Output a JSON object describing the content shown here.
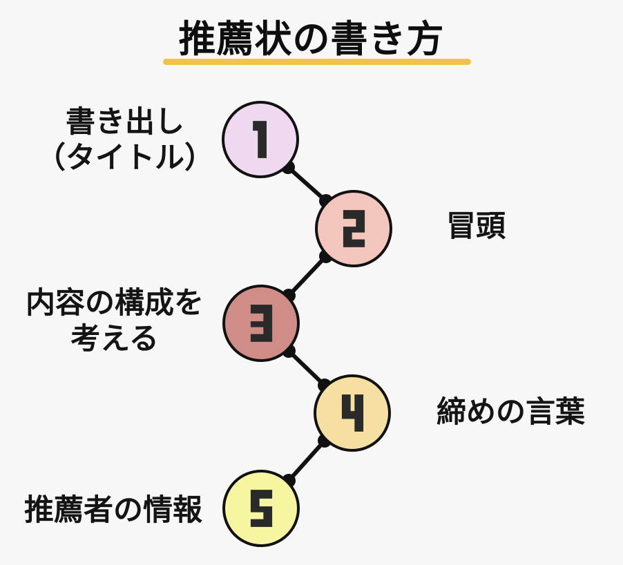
{
  "title": {
    "text": "推薦状の書き方"
  },
  "colors": {
    "background": "#f7f7f8",
    "outline": "#111111",
    "digit": "#2b2a2b",
    "accent_underline": "#f2c24e",
    "text": "#141414"
  },
  "diagram": {
    "type": "numbered-step-zigzag",
    "step_count": 5
  },
  "steps": [
    {
      "number": "1",
      "label": "書き出し（タイトル）",
      "label_lines": [
        "書き出し",
        "（タイトル）"
      ],
      "side": "left",
      "fill": "#efd9f1"
    },
    {
      "number": "2",
      "label": "冒頭",
      "label_lines": [
        "冒頭"
      ],
      "side": "right",
      "fill": "#f4c5bd"
    },
    {
      "number": "3",
      "label": "内容の構成を考える",
      "label_lines": [
        "内容の構成を",
        "考える"
      ],
      "side": "left",
      "fill": "#d08c86"
    },
    {
      "number": "4",
      "label": "締めの言葉",
      "label_lines": [
        "締めの言葉"
      ],
      "side": "right",
      "fill": "#f5dfa1"
    },
    {
      "number": "5",
      "label": "推薦者の情報",
      "label_lines": [
        "推薦者の情報"
      ],
      "side": "left",
      "fill": "#f6f5a2"
    }
  ]
}
